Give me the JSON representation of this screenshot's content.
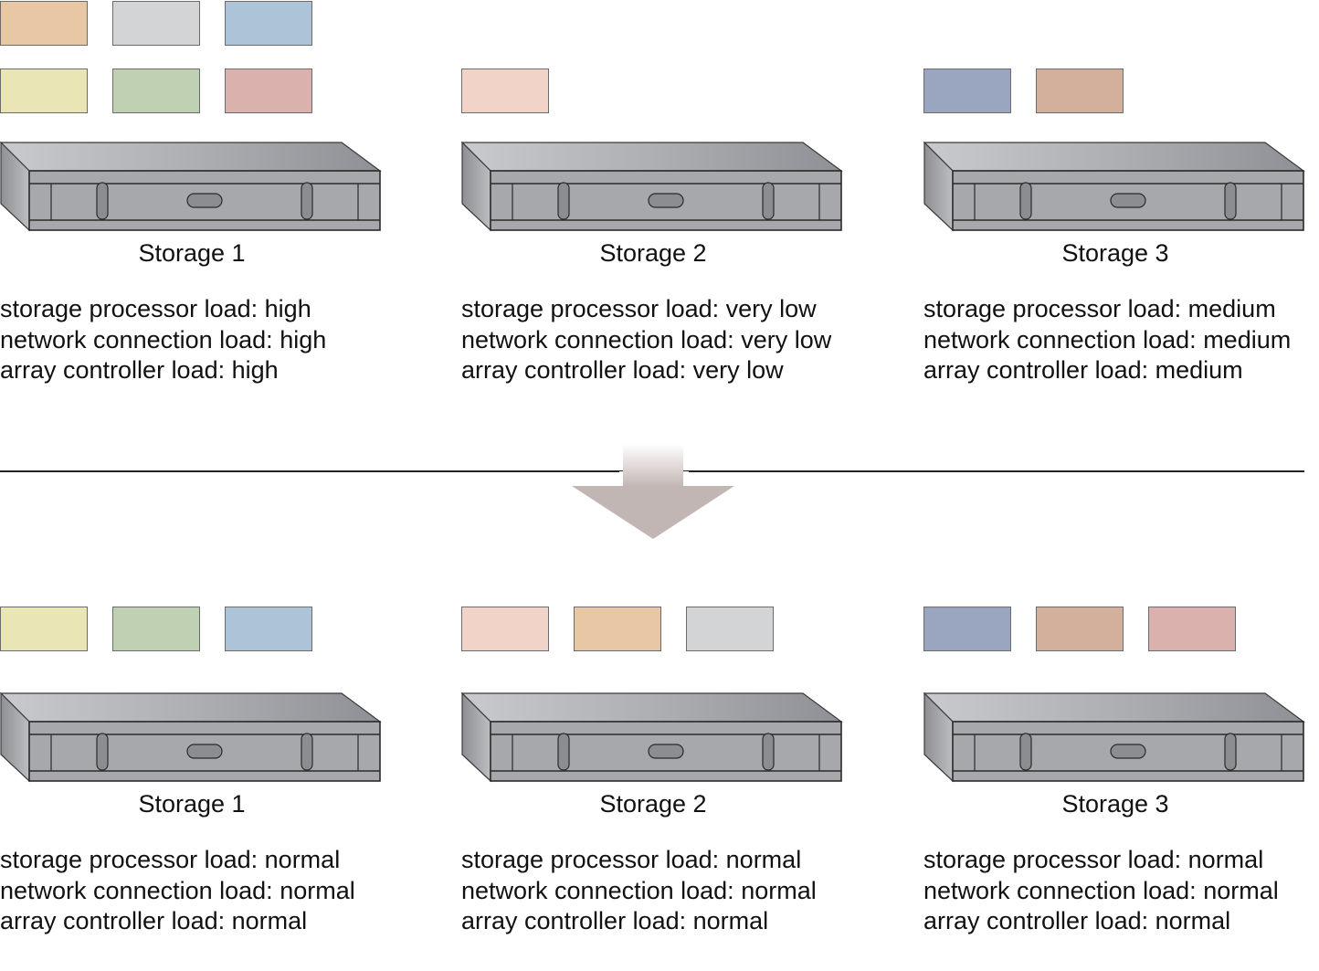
{
  "colors": {
    "peach": "#e7c7a4",
    "silver": "#d3d4d6",
    "sky": "#adc3d7",
    "butter": "#eae5b5",
    "sage": "#c0d0b3",
    "rose": "#dbb1ae",
    "blush": "#f2d3c8",
    "slate": "#9aa6bf",
    "tan": "#d2b09b",
    "device_body": "#a7a8ac",
    "arrow": "#c2b6b4"
  },
  "before": {
    "storages": [
      {
        "label": "Storage 1",
        "blocks": [
          "peach",
          "silver",
          "sky",
          "butter",
          "sage",
          "rose"
        ],
        "stats": [
          "storage processor load: high",
          "network connection load: high",
          "array controller load: high"
        ]
      },
      {
        "label": "Storage 2",
        "blocks": [
          "blush"
        ],
        "stats": [
          "storage processor load: very low",
          "network connection load: very low",
          "array controller load: very low"
        ]
      },
      {
        "label": "Storage 3",
        "blocks": [
          "slate",
          "tan"
        ],
        "stats": [
          "storage processor load: medium",
          "network connection load: medium",
          "array controller load: medium"
        ]
      }
    ]
  },
  "after": {
    "storages": [
      {
        "label": "Storage 1",
        "blocks": [
          "butter",
          "sage",
          "sky"
        ],
        "stats": [
          "storage processor load: normal",
          "network connection load: normal",
          "array controller load: normal"
        ]
      },
      {
        "label": "Storage 2",
        "blocks": [
          "blush",
          "peach",
          "silver"
        ],
        "stats": [
          "storage processor load: normal",
          "network connection load: normal",
          "array controller load: normal"
        ]
      },
      {
        "label": "Storage 3",
        "blocks": [
          "slate",
          "tan",
          "rose"
        ],
        "stats": [
          "storage processor load: normal",
          "network connection load: normal",
          "array controller load: normal"
        ]
      }
    ]
  }
}
